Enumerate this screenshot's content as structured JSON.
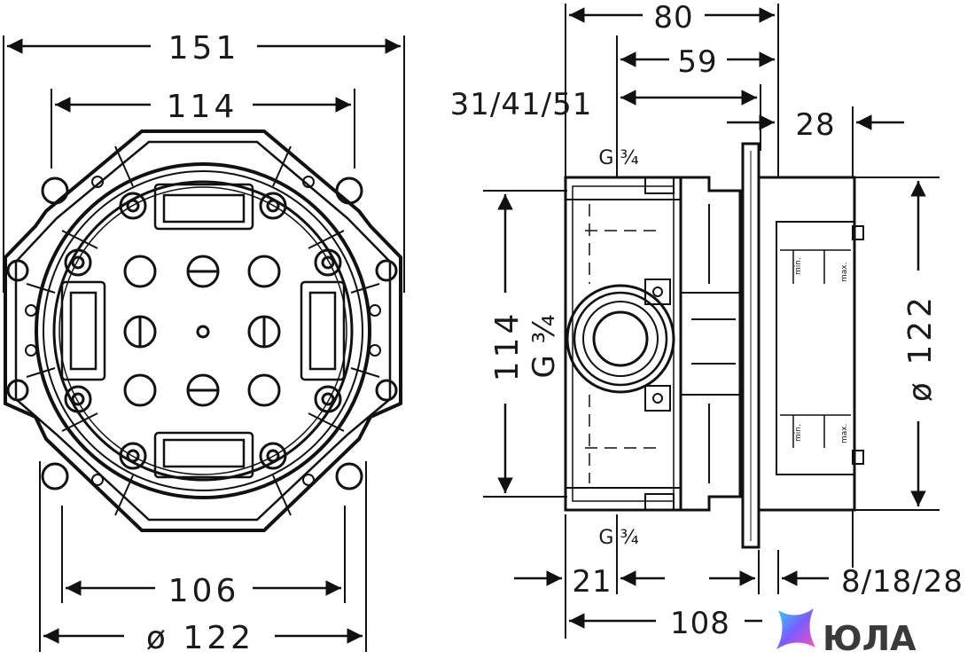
{
  "front_view": {
    "dim_151": "151",
    "dim_114_top": "114",
    "dim_106": "106",
    "dim_122_bottom": "ø  122"
  },
  "side_view": {
    "dim_80": "80",
    "dim_59": "59",
    "dim_31_41_51": "31/41/51",
    "dim_28_top": "28",
    "thread_top": "G ¾",
    "dim_114_vertical": "114",
    "thread_mid": "G ¾",
    "thread_bottom": "G ¾",
    "dim_122_vertical": "ø  122",
    "dim_21": "21",
    "dim_8_18_28": "8/18/28",
    "dim_108": "108",
    "mark_min_upper": "min.",
    "mark_max_upper": "max.",
    "mark_min_lower": "min.",
    "mark_max_lower": "max."
  },
  "brand": {
    "name": "ЮЛА",
    "logo_colors": [
      "#2ed1ff",
      "#7b5cff",
      "#ff4fb4"
    ]
  }
}
